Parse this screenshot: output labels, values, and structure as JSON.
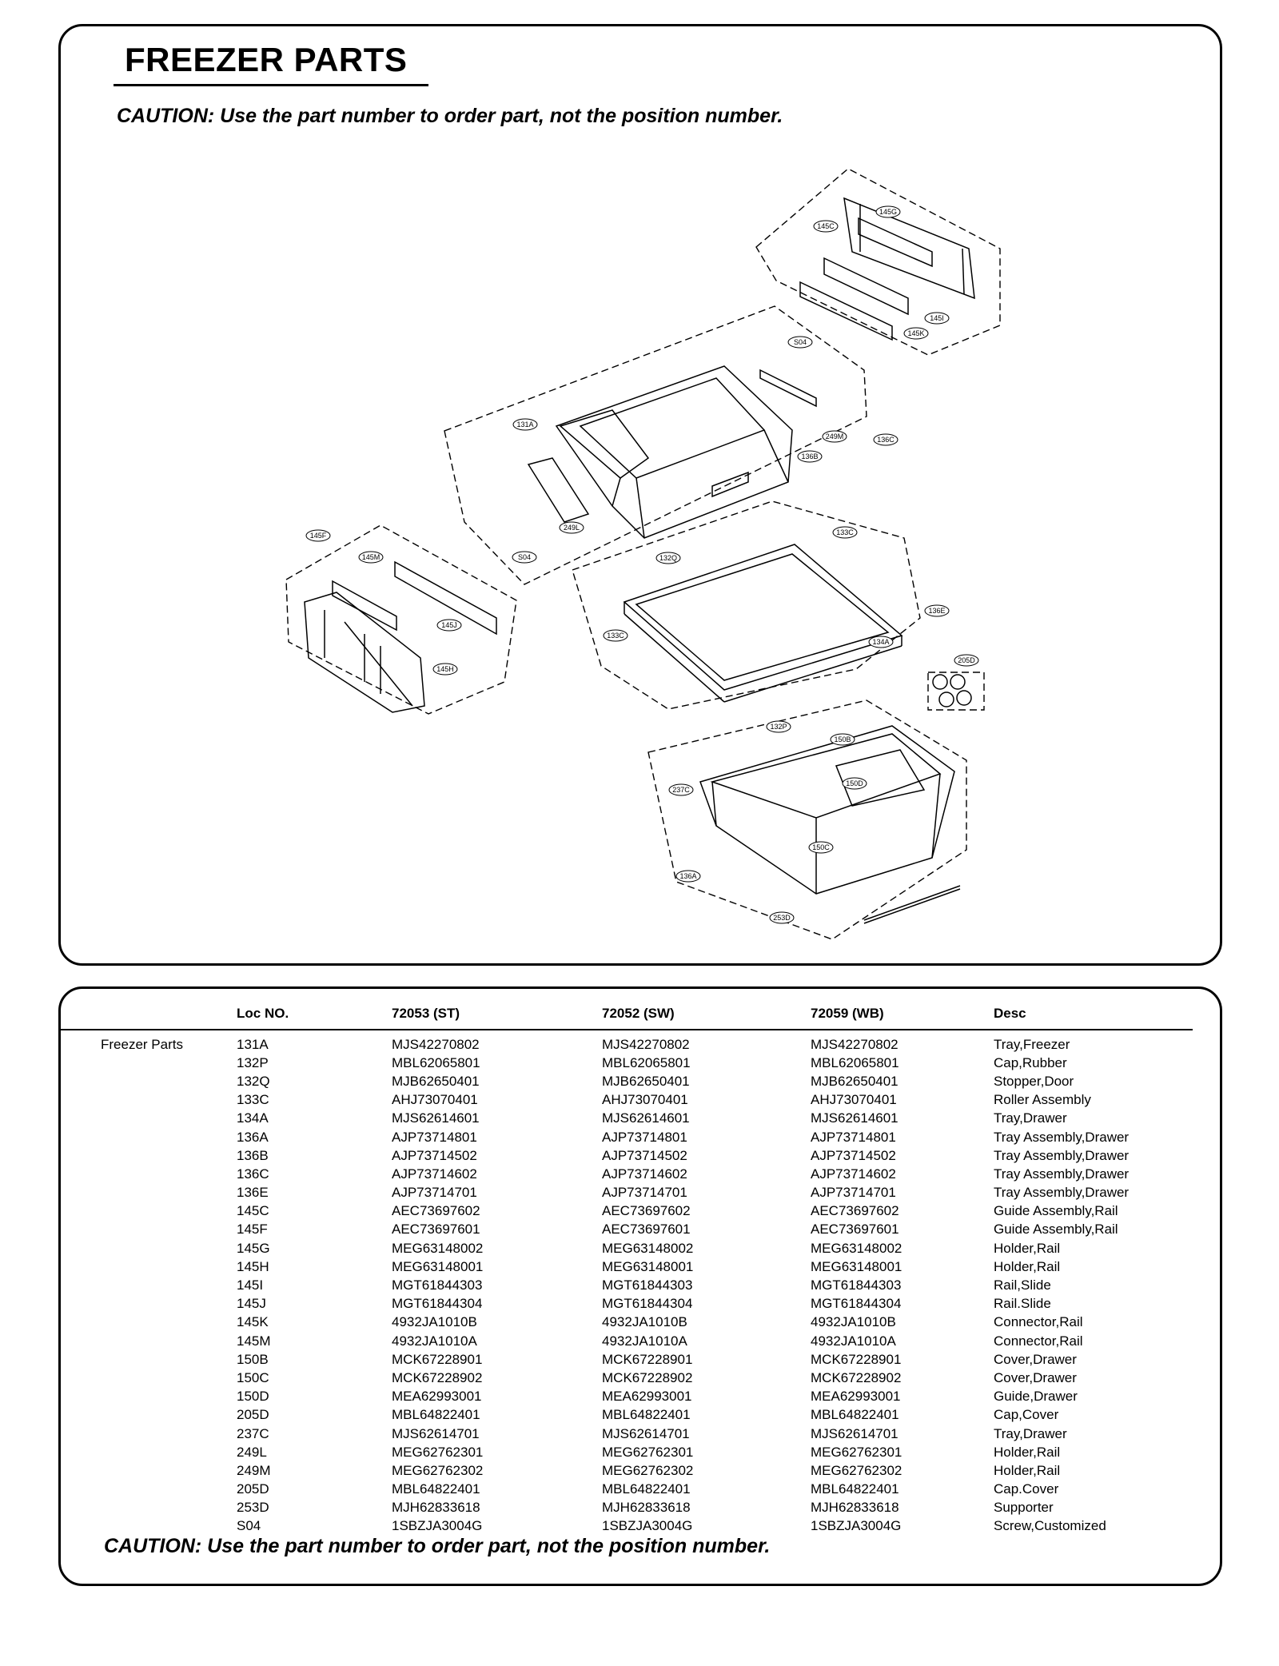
{
  "header": {
    "title": "FREEZER PARTS",
    "caution": "CAUTION: Use the part number to order part, not the position number."
  },
  "diagram": {
    "callouts": [
      "145C",
      "145G",
      "145I",
      "145K",
      "S04",
      "249M",
      "136C",
      "136B",
      "131A",
      "249L",
      "S04",
      "145F",
      "145M",
      "145J",
      "145H",
      "133C",
      "132Q",
      "136E",
      "134A",
      "133C",
      "205D",
      "132P",
      "150B",
      "150D",
      "237C",
      "150C",
      "136A",
      "253D"
    ]
  },
  "table": {
    "headers": [
      "Loc NO.",
      "72053 (ST)",
      "72052 (SW)",
      "72059 (WB)",
      "Desc"
    ],
    "section_label": "Freezer Parts",
    "rows": [
      [
        "131A",
        "MJS42270802",
        "MJS42270802",
        "MJS42270802",
        "Tray,Freezer"
      ],
      [
        "132P",
        "MBL62065801",
        "MBL62065801",
        "MBL62065801",
        "Cap,Rubber"
      ],
      [
        "132Q",
        "MJB62650401",
        "MJB62650401",
        "MJB62650401",
        "Stopper,Door"
      ],
      [
        "133C",
        "AHJ73070401",
        "AHJ73070401",
        "AHJ73070401",
        "Roller Assembly"
      ],
      [
        "134A",
        "MJS62614601",
        "MJS62614601",
        "MJS62614601",
        "Tray,Drawer"
      ],
      [
        "136A",
        "AJP73714801",
        "AJP73714801",
        "AJP73714801",
        "Tray Assembly,Drawer"
      ],
      [
        "136B",
        "AJP73714502",
        "AJP73714502",
        "AJP73714502",
        "Tray Assembly,Drawer"
      ],
      [
        "136C",
        "AJP73714602",
        "AJP73714602",
        "AJP73714602",
        "Tray Assembly,Drawer"
      ],
      [
        "136E",
        "AJP73714701",
        "AJP73714701",
        "AJP73714701",
        "Tray Assembly,Drawer"
      ],
      [
        "145C",
        "AEC73697602",
        "AEC73697602",
        "AEC73697602",
        "Guide Assembly,Rail"
      ],
      [
        "145F",
        "AEC73697601",
        "AEC73697601",
        "AEC73697601",
        "Guide Assembly,Rail"
      ],
      [
        "145G",
        "MEG63148002",
        "MEG63148002",
        "MEG63148002",
        "Holder,Rail"
      ],
      [
        "145H",
        "MEG63148001",
        "MEG63148001",
        "MEG63148001",
        "Holder,Rail"
      ],
      [
        "145I",
        "MGT61844303",
        "MGT61844303",
        "MGT61844303",
        "Rail,Slide"
      ],
      [
        "145J",
        "MGT61844304",
        "MGT61844304",
        "MGT61844304",
        "Rail.Slide"
      ],
      [
        "145K",
        "4932JA1010B",
        "4932JA1010B",
        "4932JA1010B",
        "Connector,Rail"
      ],
      [
        "145M",
        "4932JA1010A",
        "4932JA1010A",
        "4932JA1010A",
        "Connector,Rail"
      ],
      [
        "150B",
        "MCK67228901",
        "MCK67228901",
        "MCK67228901",
        "Cover,Drawer"
      ],
      [
        "150C",
        "MCK67228902",
        "MCK67228902",
        "MCK67228902",
        "Cover,Drawer"
      ],
      [
        "150D",
        "MEA62993001",
        "MEA62993001",
        "MEA62993001",
        "Guide,Drawer"
      ],
      [
        "205D",
        "MBL64822401",
        "MBL64822401",
        "MBL64822401",
        "Cap,Cover"
      ],
      [
        "237C",
        "MJS62614701",
        "MJS62614701",
        "MJS62614701",
        "Tray,Drawer"
      ],
      [
        "249L",
        "MEG62762301",
        "MEG62762301",
        "MEG62762301",
        "Holder,Rail"
      ],
      [
        "249M",
        "MEG62762302",
        "MEG62762302",
        "MEG62762302",
        "Holder,Rail"
      ],
      [
        "205D",
        "MBL64822401",
        "MBL64822401",
        "MBL64822401",
        "Cap.Cover"
      ],
      [
        "253D",
        "MJH62833618",
        "MJH62833618",
        "MJH62833618",
        "Supporter"
      ],
      [
        "S04",
        "1SBZJA3004G",
        "1SBZJA3004G",
        "1SBZJA3004G",
        "Screw,Customized"
      ]
    ]
  }
}
